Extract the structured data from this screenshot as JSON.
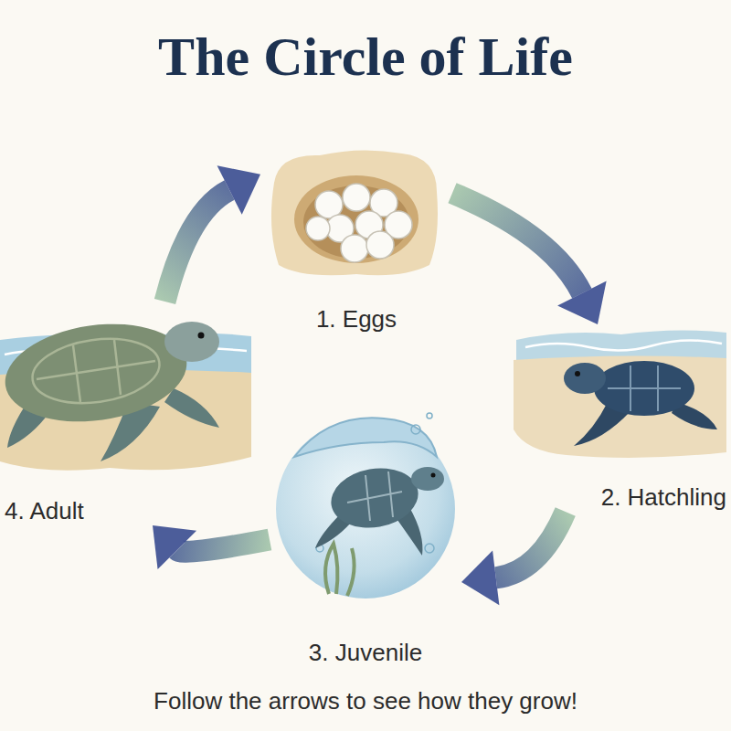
{
  "diagram": {
    "title": "The Circle of Life",
    "caption": "Follow the arrows to see how they grow!",
    "nodes": [
      {
        "text": [
          "1. Eggs"
        ]
      },
      {
        "text": [
          "2. Hatchling"
        ]
      },
      {
        "text": [
          "3. Juvenile"
        ]
      },
      {
        "text": [
          "4. Adult"
        ]
      }
    ],
    "edges": [
      {
        "from": 0,
        "to": 1,
        "arrow": "to"
      },
      {
        "from": 1,
        "to": 2,
        "arrow": "to"
      },
      {
        "from": 2,
        "to": 3,
        "arrow": "to"
      },
      {
        "from": 3,
        "to": 0,
        "arrow": "to"
      }
    ]
  }
}
